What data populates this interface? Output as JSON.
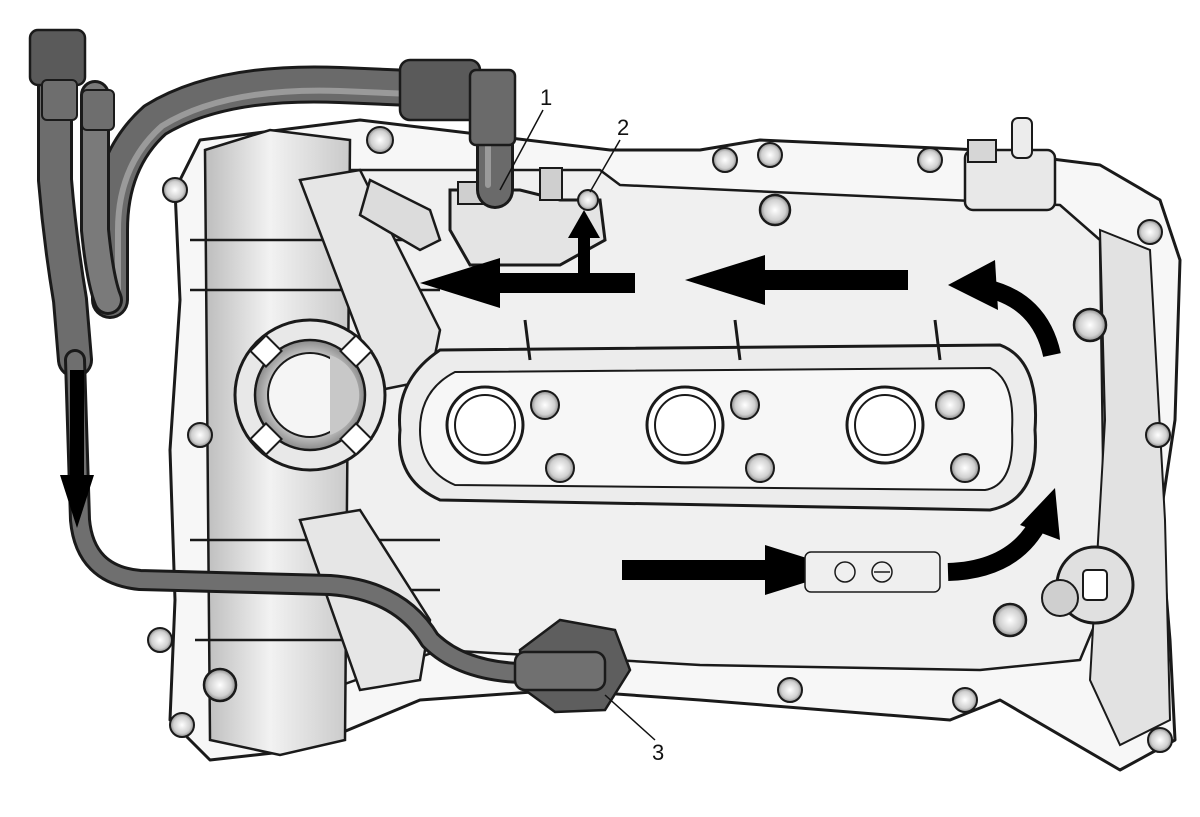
{
  "callouts": [
    {
      "id": "1",
      "label": "1"
    },
    {
      "id": "2",
      "label": "2"
    },
    {
      "id": "3",
      "label": "3"
    }
  ],
  "colors": {
    "outline": "#1a1a1a",
    "cover_fill": "#f4f4f4",
    "cover_shade": "#d9d9d9",
    "hose": "#6e6e6e",
    "hose_dark": "#3d3d3d",
    "arrow": "#000000"
  }
}
